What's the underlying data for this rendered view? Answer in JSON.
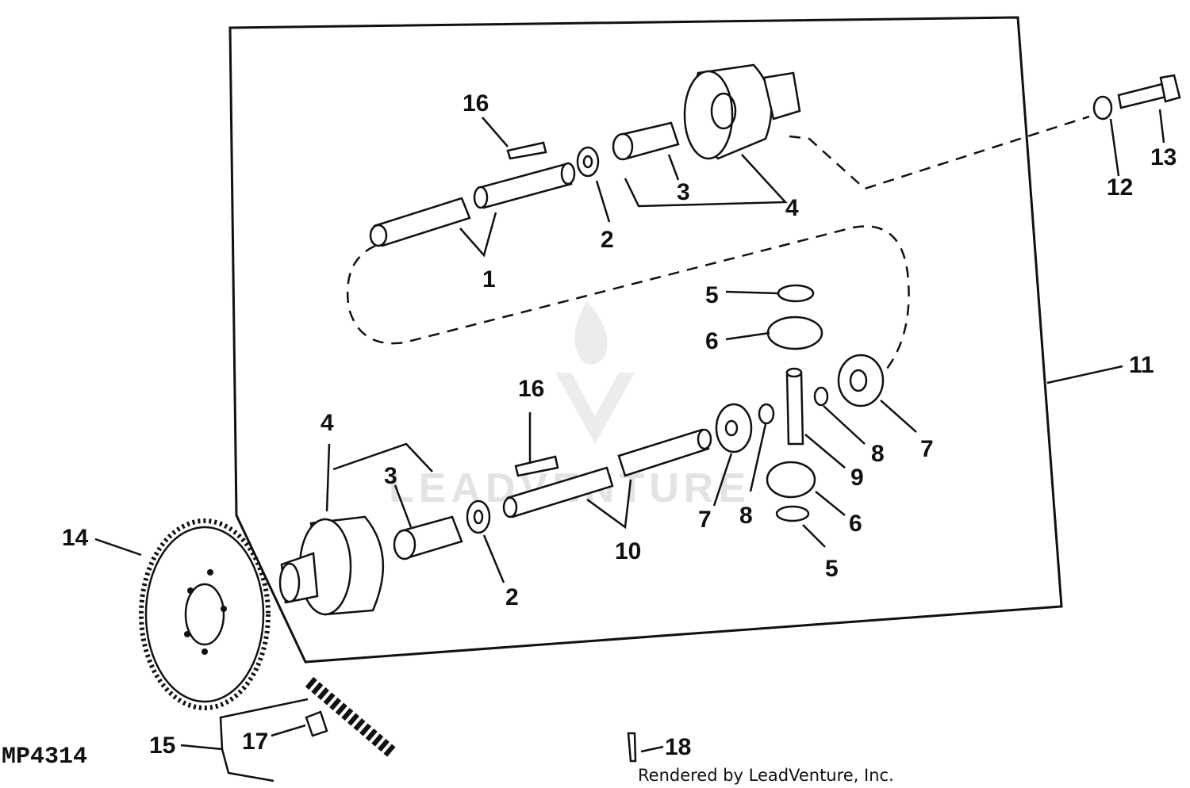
{
  "diagram_code": "MP4314",
  "credit": "Rendered by LeadVenture, Inc.",
  "watermark": "LEADVENTURE",
  "callouts": {
    "c1": "1",
    "c2a": "2",
    "c2b": "2",
    "c3a": "3",
    "c3b": "3",
    "c4a": "4",
    "c4b": "4",
    "c5a": "5",
    "c5b": "5",
    "c6a": "6",
    "c6b": "6",
    "c7a": "7",
    "c7b": "7",
    "c8a": "8",
    "c8b": "8",
    "c9": "9",
    "c10": "10",
    "c11": "11",
    "c12": "12",
    "c13": "13",
    "c14": "14",
    "c15": "15",
    "c16a": "16",
    "c16b": "16",
    "c17": "17",
    "c18": "18"
  }
}
